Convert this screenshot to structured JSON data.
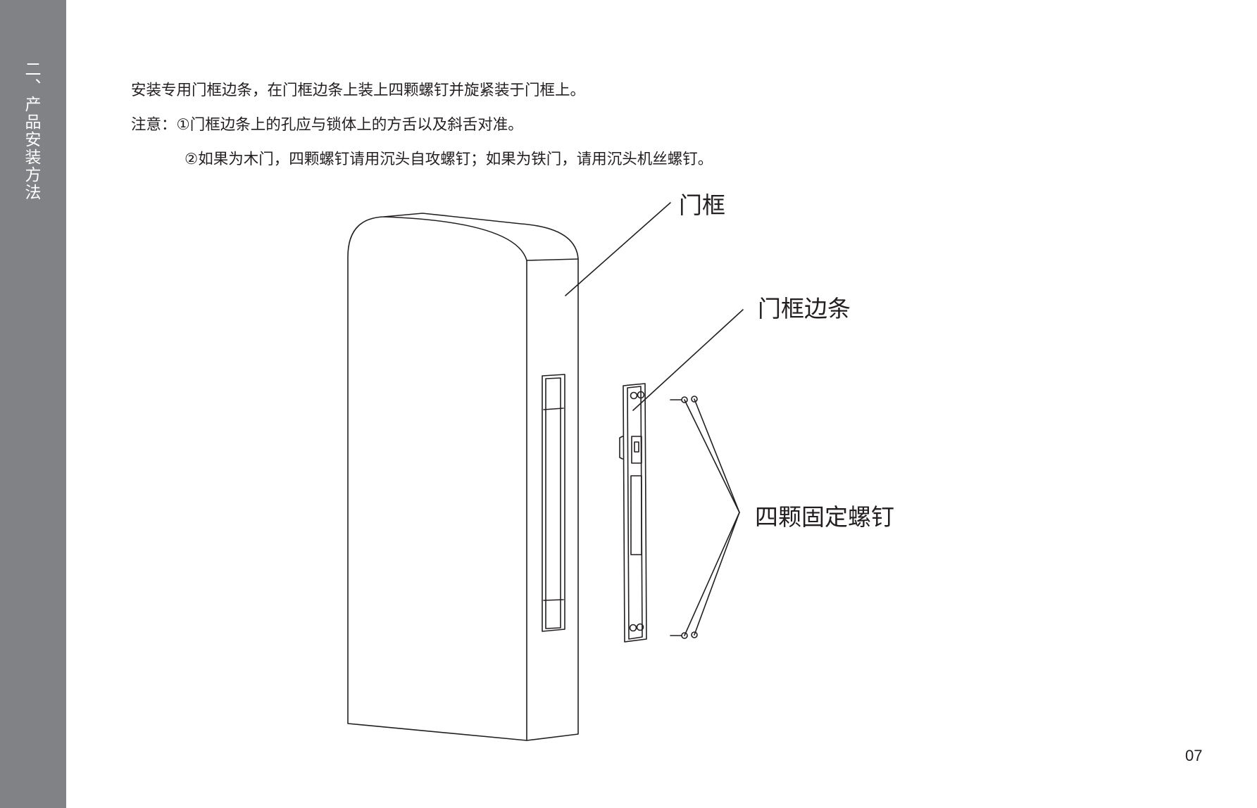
{
  "sidebar": {
    "section_title": "二、产品安装方法"
  },
  "instructions": {
    "line1": "安装专用门框边条，在门框边条上装上四颗螺钉并旋紧装于门框上。",
    "line2": "注意：①门框边条上的孔应与锁体上的方舌以及斜舌对准。",
    "line3": "②如果为木门，四颗螺钉请用沉头自攻螺钉；如果为铁门，请用沉头机丝螺钉。"
  },
  "diagram": {
    "label_frame": "门框",
    "label_strip": "门框边条",
    "label_screws": "四颗固定螺钉"
  },
  "page_number": "07"
}
